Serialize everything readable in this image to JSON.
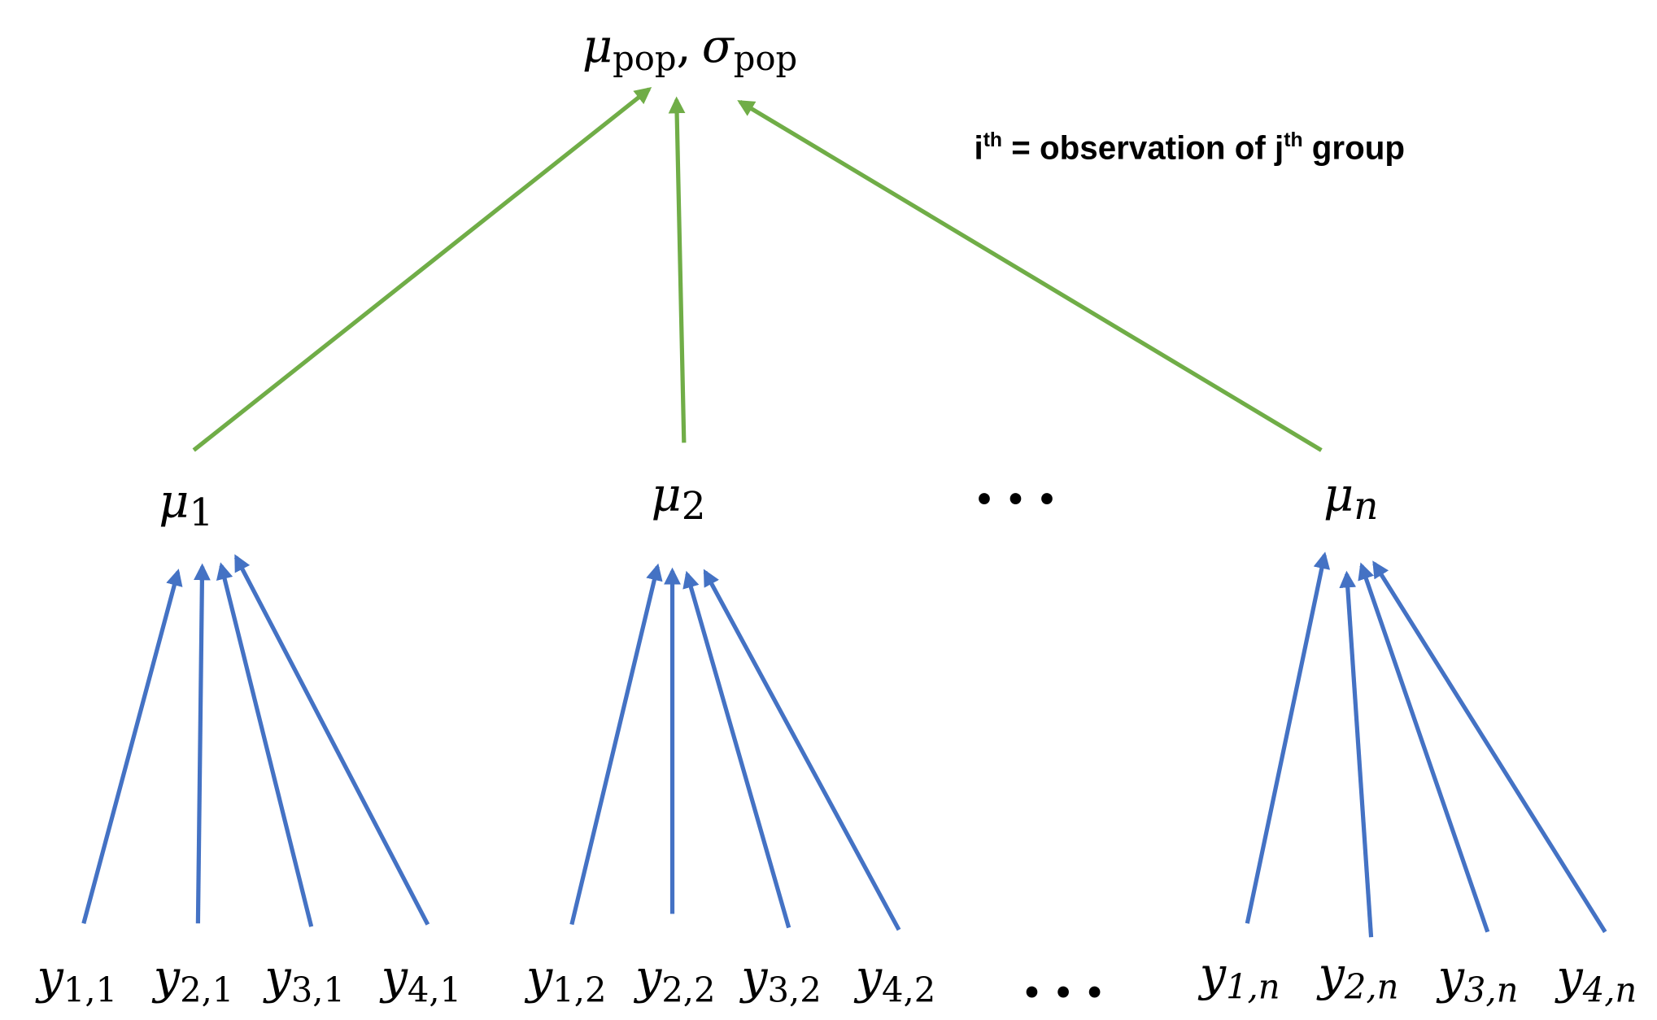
{
  "top": {
    "mu": "μ",
    "mu_sub": "pop",
    "comma": ",",
    "sigma": "σ",
    "sigma_sub": "pop"
  },
  "legend": {
    "i": "i",
    "i_sup": "th",
    "text": " = observation of j",
    "j_sup": "th",
    "tail": " group"
  },
  "groups": [
    {
      "mu": "μ",
      "sub": "1",
      "obs": [
        {
          "y": "y",
          "sub": "1,1"
        },
        {
          "y": "y",
          "sub": "2,1"
        },
        {
          "y": "y",
          "sub": "3,1"
        },
        {
          "y": "y",
          "sub": "4,1"
        }
      ]
    },
    {
      "mu": "μ",
      "sub": "2",
      "obs": [
        {
          "y": "y",
          "sub": "1,2"
        },
        {
          "y": "y",
          "sub": "2,2"
        },
        {
          "y": "y",
          "sub": "3,2"
        },
        {
          "y": "y",
          "sub": "4,2"
        }
      ]
    },
    {
      "mu": "μ",
      "sub": "n",
      "obs": [
        {
          "y": "y",
          "sub": "1,n"
        },
        {
          "y": "y",
          "sub": "2,n"
        },
        {
          "y": "y",
          "sub": "3,n"
        },
        {
          "y": "y",
          "sub": "4,n"
        }
      ]
    }
  ],
  "ellipsis": "• • •",
  "colors": {
    "group_to_pop": "#70AD47",
    "obs_to_group": "#4472C4"
  }
}
